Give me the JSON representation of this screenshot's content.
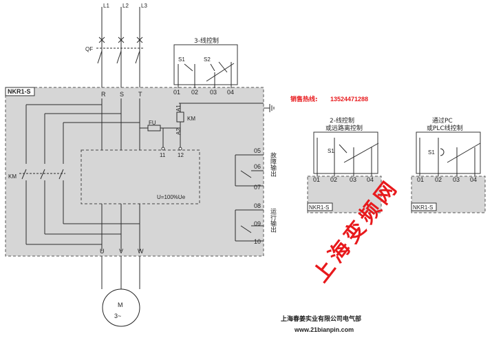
{
  "supply": {
    "l1": "L1",
    "l2": "L2",
    "l3": "L3"
  },
  "breaker_label": "QF",
  "main_device": {
    "name": "NKR1-S",
    "input_terminals": [
      "R",
      "S",
      "T"
    ],
    "output_terminals": [
      "U",
      "V",
      "W"
    ],
    "km_label": "KM",
    "coil": {
      "a1": "A1",
      "a2": "A2",
      "label": "KM"
    },
    "fuse_label": "FU",
    "aux_terminals": [
      "11",
      "12"
    ],
    "voltage_note": "U=100%Ue",
    "ctrl_terminals": [
      "01",
      "02",
      "03",
      "04"
    ],
    "fault_terminals": [
      "05",
      "06",
      "07"
    ],
    "run_terminals": [
      "08",
      "09",
      "10"
    ],
    "fault_label": "故障输出",
    "run_label": "运行输出"
  },
  "three_wire": {
    "title": "3-线控制",
    "s1": "S1",
    "s2": "S2"
  },
  "hotline": {
    "label": "销售热线:",
    "phone": "13524471288"
  },
  "two_wire": {
    "title_line1": "2-线控制",
    "title_line2": "或远路离控制",
    "s1": "S1",
    "terminals": [
      "01",
      "02",
      "03",
      "04"
    ],
    "device": "NKR1-S"
  },
  "pc_wire": {
    "title_line1": "通过PC",
    "title_line2": "或PLC线控制",
    "s1": "S1",
    "terminals": [
      "01",
      "02",
      "03",
      "04"
    ],
    "device": "NKR1-S"
  },
  "motor": {
    "line1": "M",
    "line2": "3~"
  },
  "watermark": "上海变频网",
  "company": "上海春姜实业有限公司电气部",
  "website": "www.21bianpin.com",
  "colors": {
    "accent_red": "#e8191c",
    "device_fill": "#d6d6d6",
    "line": "#2a2a2a"
  }
}
